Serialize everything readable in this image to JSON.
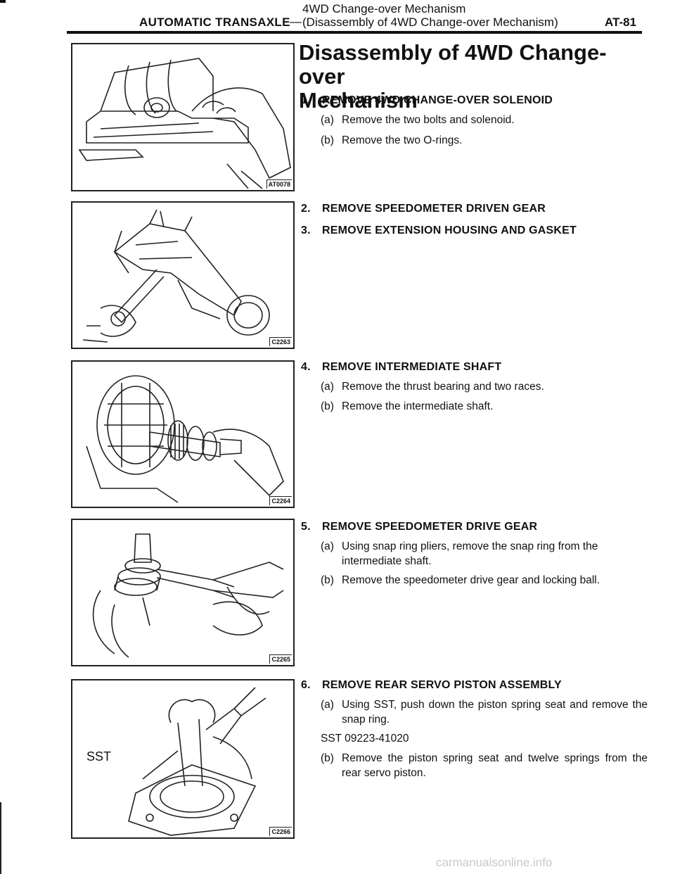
{
  "header": {
    "section": "AUTOMATIC TRANSAXLE",
    "dash": "—",
    "subtitle_line1": "4WD Change-over Mechanism",
    "subtitle_line2": "(Disassembly of 4WD Change-over Mechanism)",
    "page": "AT-81"
  },
  "title": {
    "line1": "Disassembly of 4WD Change-over",
    "line2": "Mechanism"
  },
  "steps": [
    {
      "num": "1.",
      "text": "REMOVE 4WD CHANGE-OVER SOLENOID",
      "subs": [
        {
          "label": "(a)",
          "text": "Remove the two bolts and solenoid."
        },
        {
          "label": "(b)",
          "text": "Remove the two O-rings."
        }
      ]
    },
    {
      "num": "2.",
      "text": "REMOVE SPEEDOMETER DRIVEN GEAR"
    },
    {
      "num": "3.",
      "text": "REMOVE EXTENSION HOUSING AND GASKET"
    },
    {
      "num": "4.",
      "text": "REMOVE INTERMEDIATE SHAFT",
      "subs": [
        {
          "label": "(a)",
          "text": "Remove the thrust bearing and two races."
        },
        {
          "label": "(b)",
          "text": "Remove the intermediate shaft."
        }
      ]
    },
    {
      "num": "5.",
      "text": "REMOVE SPEEDOMETER DRIVE GEAR",
      "subs": [
        {
          "label": "(a)",
          "text": "Using snap ring pliers, remove the snap ring from the intermediate shaft."
        },
        {
          "label": "(b)",
          "text": "Remove the speedometer drive gear and locking ball."
        }
      ]
    },
    {
      "num": "6.",
      "text": "REMOVE REAR SERVO PISTON ASSEMBLY",
      "subs": [
        {
          "label": "(a)",
          "text": "Using SST, push down the piston spring seat and remove the snap ring."
        },
        {
          "label": "(b)",
          "text": "Remove the piston spring seat and twelve springs from the rear servo piston."
        }
      ],
      "sst": "SST 09223-41020"
    }
  ],
  "figures": [
    {
      "id": "AT0078"
    },
    {
      "id": "C2263"
    },
    {
      "id": "C2264"
    },
    {
      "id": "C2265"
    },
    {
      "id": "C2266",
      "label": "SST"
    }
  ],
  "footer": {
    "watermark": "carmanualsonline.info"
  }
}
